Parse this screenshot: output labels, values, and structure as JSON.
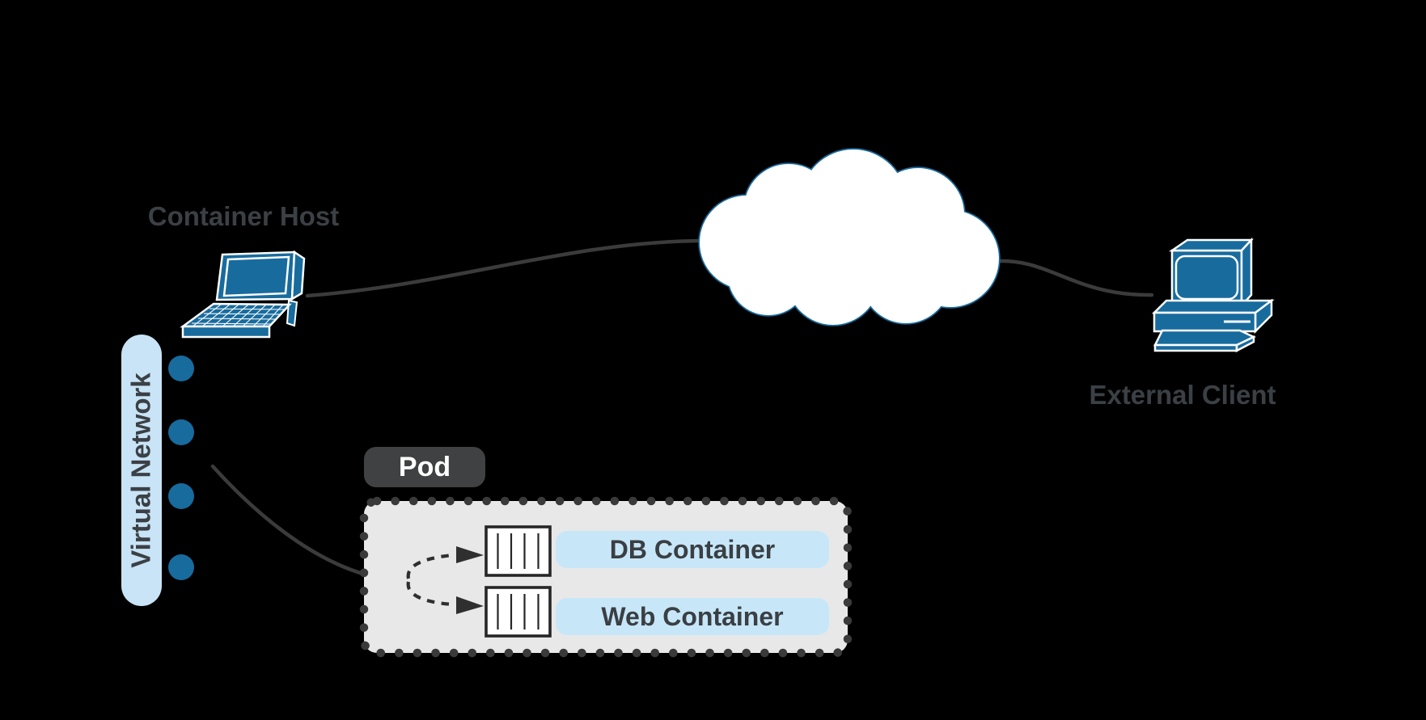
{
  "diagram": {
    "background_color": "#000000",
    "colors": {
      "node_blue": "#186b9d",
      "cloud_outline_blue": "#186b9d",
      "light_blue_bar": "#c8e4f6",
      "light_blue_pill": "#c7e7f9",
      "panel_gray": "#e8e8e8",
      "text_dark_gray": "#3b4045",
      "pod_label_bg": "#404142",
      "connector_line": "#3b3b3b",
      "white": "#ffffff"
    },
    "nodes": {
      "container_host": {
        "label": "Container Host",
        "icon": "laptop-icon"
      },
      "cloud": {
        "icon": "cloud-icon"
      },
      "external_client": {
        "label": "External Client",
        "icon": "desktop-computer-icon"
      },
      "virtual_network": {
        "label": "Virtual Network",
        "port_count": 4
      },
      "pod": {
        "label": "Pod",
        "containers": [
          {
            "label": "DB Container",
            "icon": "container-crate-icon"
          },
          {
            "label": "Web Container",
            "icon": "container-crate-icon"
          }
        ]
      }
    },
    "edges": [
      {
        "from": "container-host",
        "to": "cloud",
        "style": "solid-curve"
      },
      {
        "from": "cloud",
        "to": "external-client",
        "style": "solid-curve"
      },
      {
        "from": "virtual-network",
        "to": "pod",
        "style": "solid-curve"
      },
      {
        "from": "pod-network-point",
        "to": "db-container",
        "style": "dashed-arrow"
      },
      {
        "from": "pod-network-point",
        "to": "web-container",
        "style": "dashed-arrow"
      }
    ]
  }
}
